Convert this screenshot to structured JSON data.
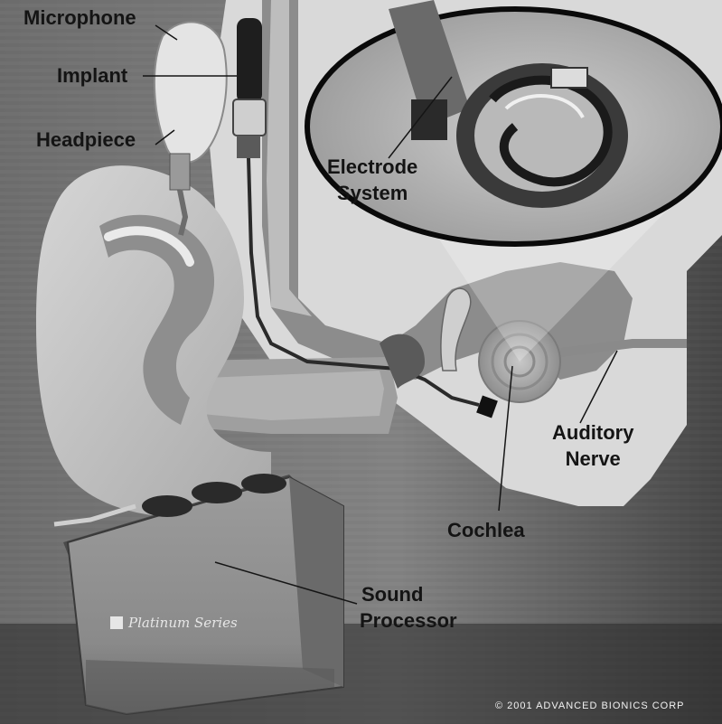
{
  "labels": {
    "microphone": "Microphone",
    "implant": "Implant",
    "headpiece": "Headpiece",
    "electrode_line1": "Electrode",
    "electrode_line2": "System",
    "auditory_line1": "Auditory",
    "auditory_line2": "Nerve",
    "cochlea": "Cochlea",
    "sound_line1": "Sound",
    "sound_line2": "Processor"
  },
  "processor_brand": "Platinum Series",
  "copyright": "© 2001 ADVANCED BIONICS CORP"
}
